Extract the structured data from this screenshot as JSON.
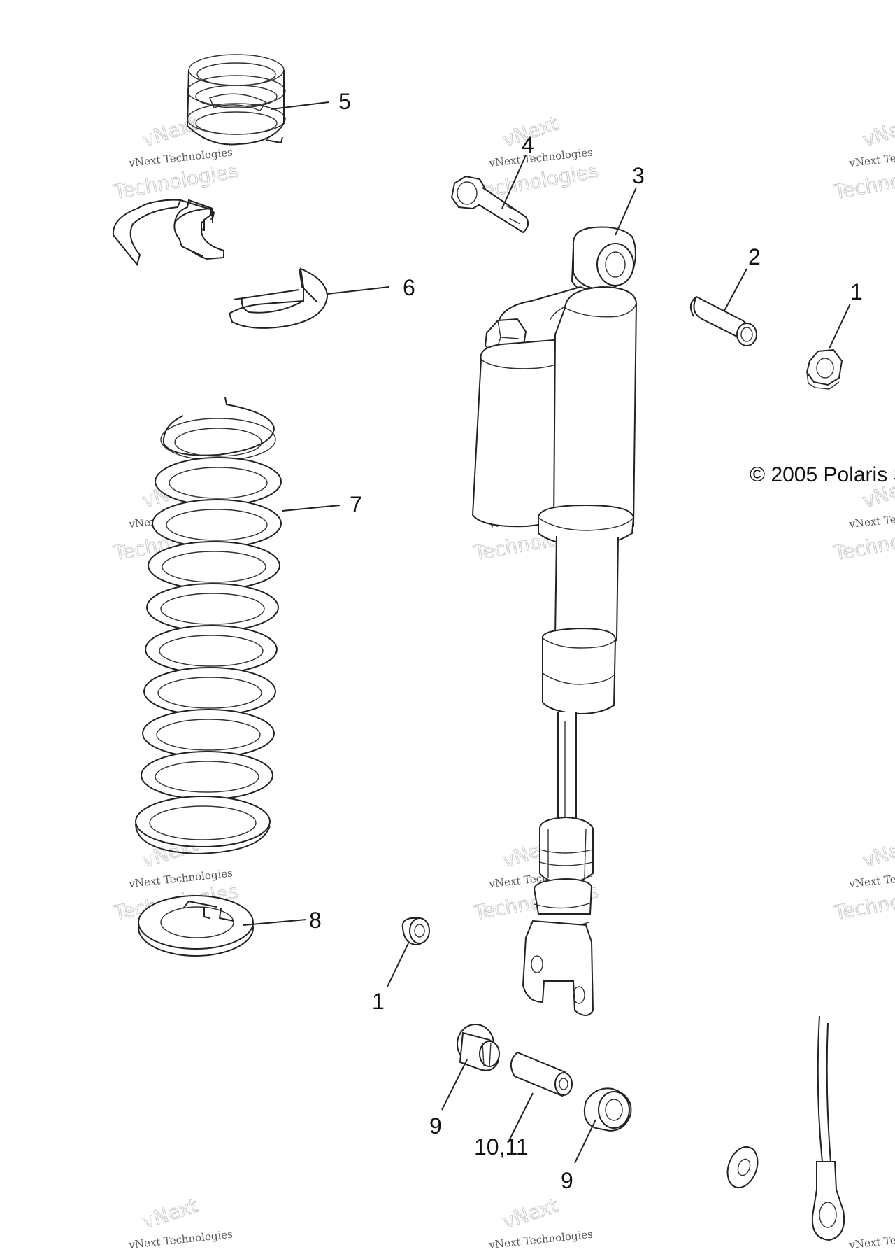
{
  "diagram": {
    "callouts": {
      "c1_top": "1",
      "c2": "2",
      "c3": "3",
      "c4": "4",
      "c5": "5",
      "c6": "6",
      "c7": "7",
      "c8": "8",
      "c1_bottom": "1",
      "c9_left": "9",
      "c10_11": "10,11",
      "c9_right": "9"
    },
    "copyright": "© 2005 Polaris S",
    "watermark": {
      "line1": "vNext Technologies",
      "line2": "Technologies",
      "line3": "vNext"
    }
  }
}
